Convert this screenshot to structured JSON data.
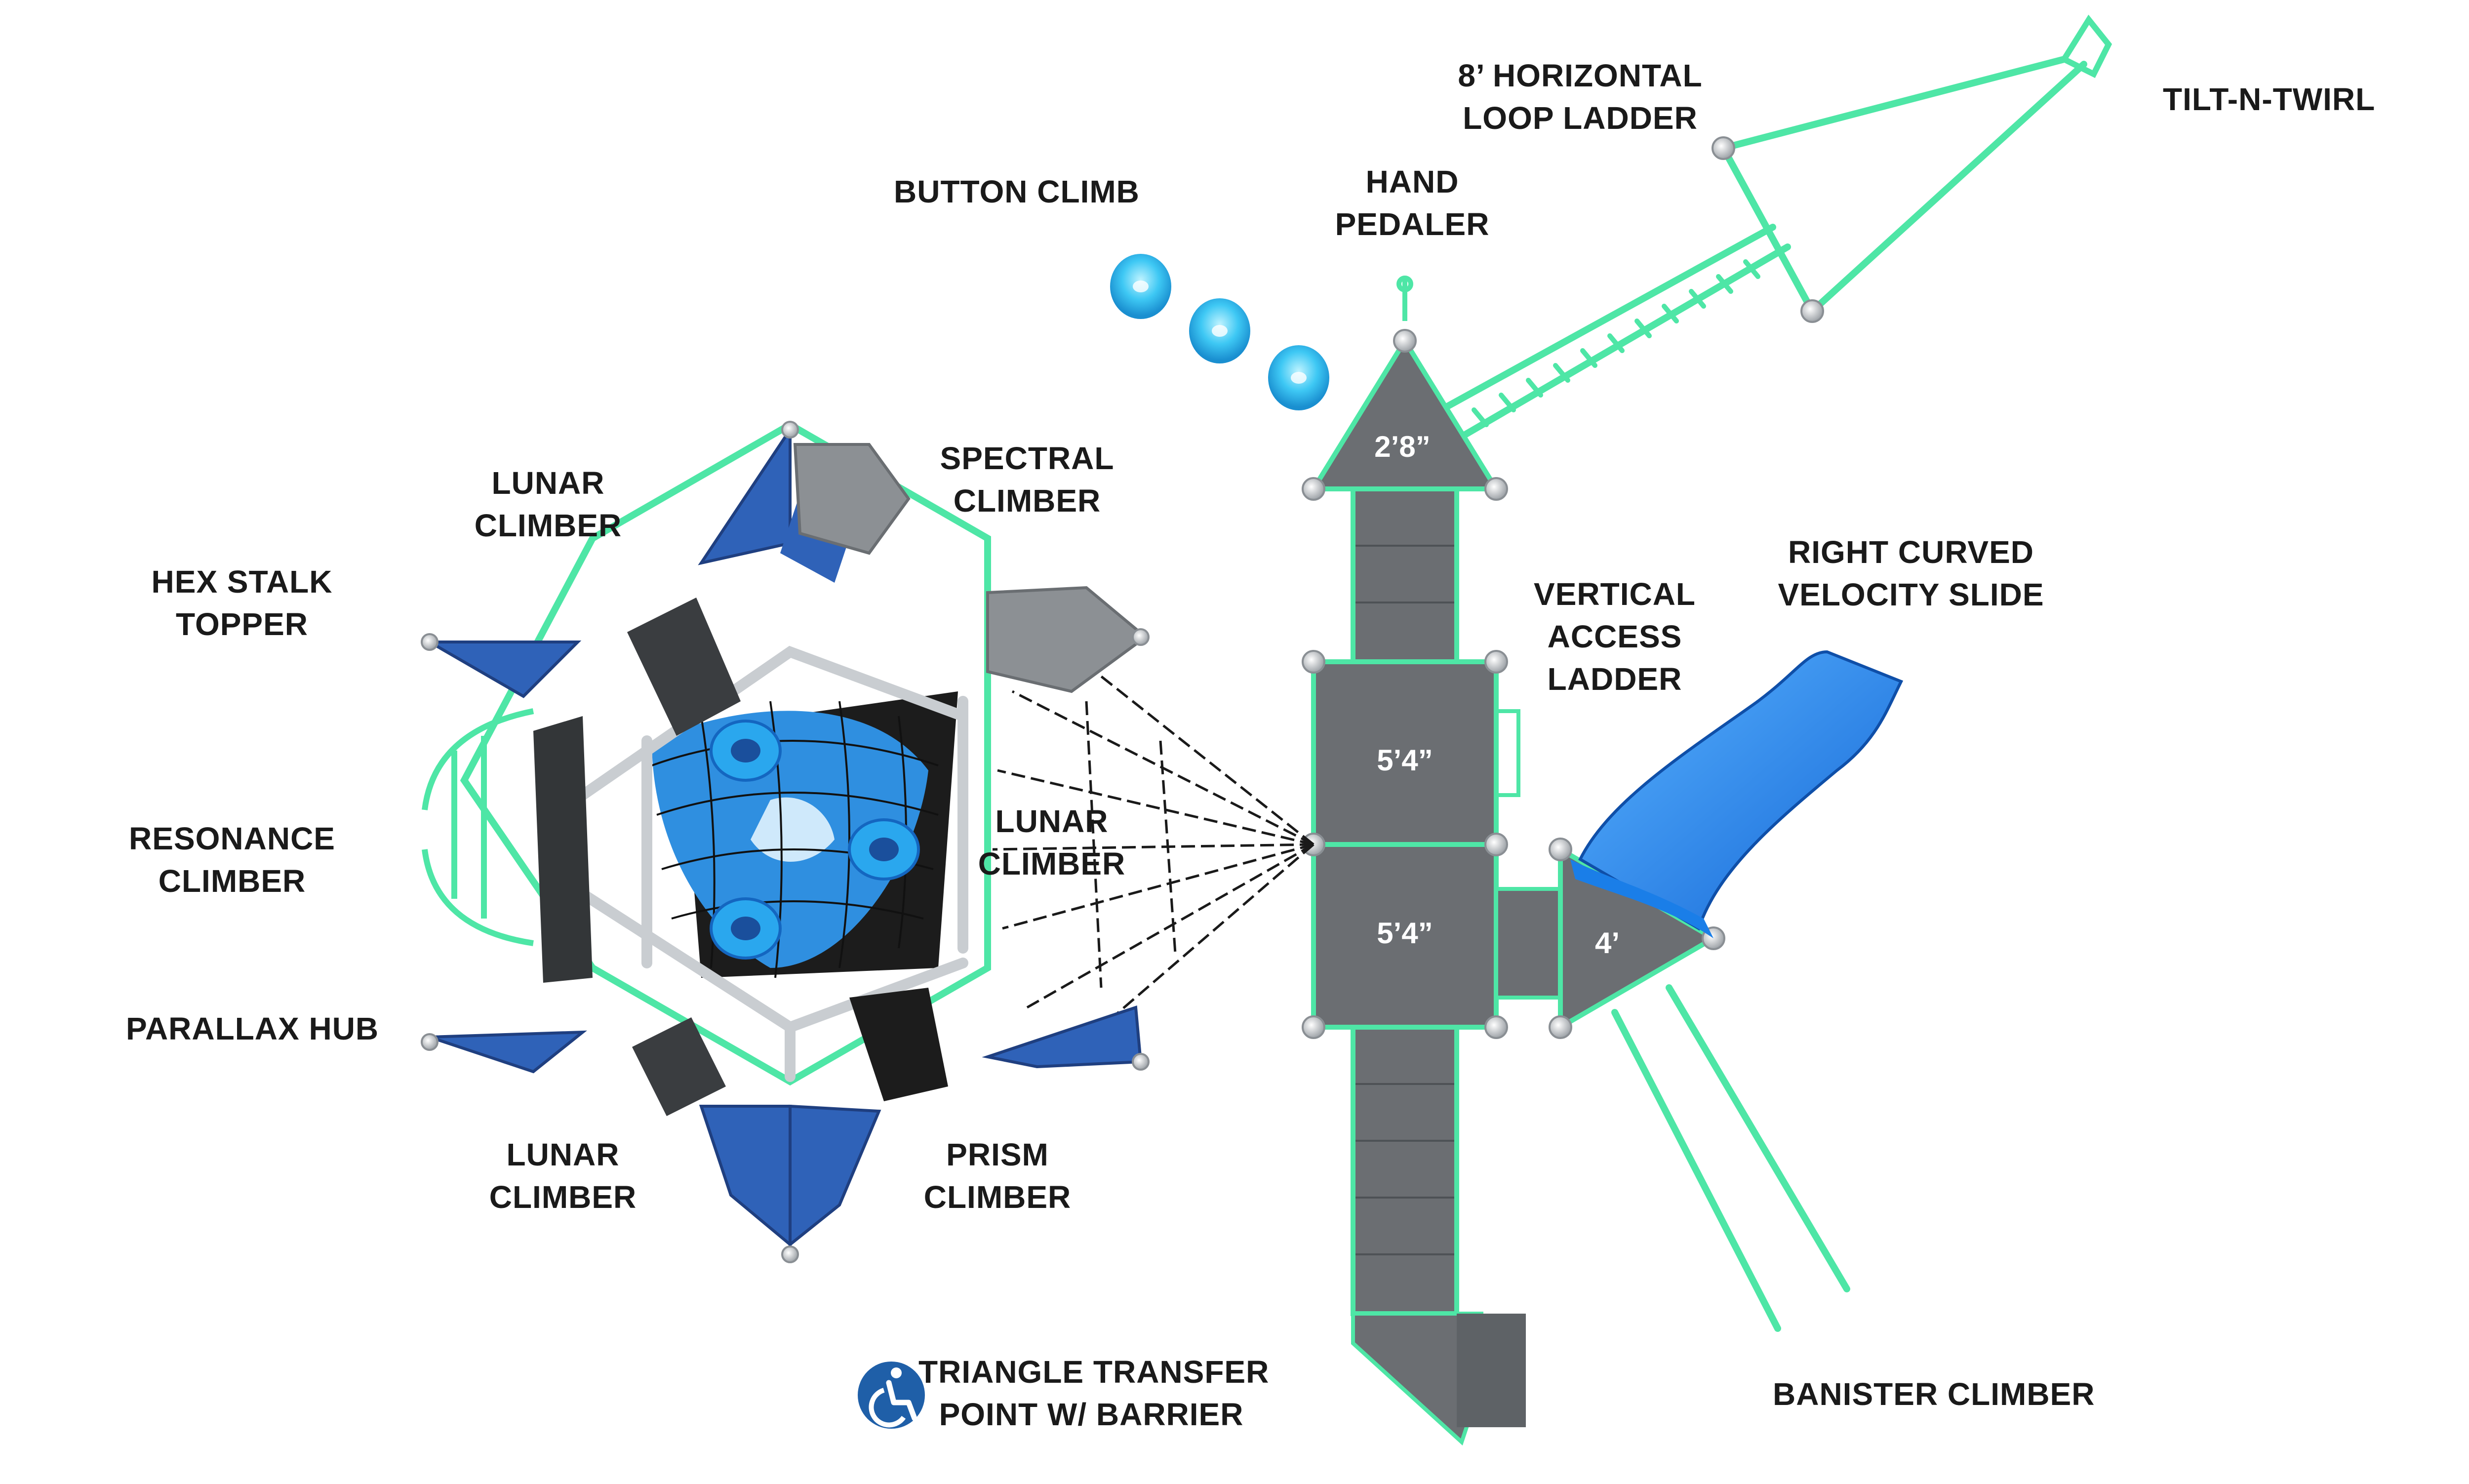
{
  "labels": {
    "tilt_n_twirl": "TILT-N-TWIRL",
    "horizontal_loop_ladder": "8’ HORIZONTAL\nLOOP LADDER",
    "button_climb": "BUTTON CLIMB",
    "hand_pedaler": "HAND\nPEDALER",
    "lunar_climber_top": "LUNAR\nCLIMBER",
    "spectral_climber": "SPECTRAL\nCLIMBER",
    "hex_stalk_topper": "HEX STALK\nTOPPER",
    "resonance_climber": "RESONANCE\nCLIMBER",
    "parallax_hub": "PARALLAX HUB",
    "lunar_climber_right": "LUNAR\nCLIMBER",
    "lunar_climber_bottom": "LUNAR\nCLIMBER",
    "prism_climber": "PRISM\nCLIMBER",
    "vertical_access_ladder": "VERTICAL\nACCESS\nLADDER",
    "right_curved_velocity_slide": "RIGHT CURVED\nVELOCITY SLIDE",
    "banister_climber": "BANISTER CLIMBER",
    "triangle_transfer_point": "TRIANGLE TRANSFER\nPOINT W/ BARRIER"
  },
  "deck_heights": {
    "top_triangle": "2’8”",
    "upper_deck": "5’4”",
    "lower_deck": "5’4”",
    "slide_triangle": "4’"
  },
  "colors": {
    "frame_green": "#4ee6a6",
    "deck_gray": "#6b6e72",
    "deck_dark": "#555a5e",
    "climber_blue": "#2f62b8",
    "slide_blue": "#1e8ff0",
    "hub_blue": "#2f8fe0",
    "post_gray": "#c9cdd1",
    "accessibility_blue": "#1f5fa8"
  },
  "icons": {
    "accessibility": "wheelchair-accessibility-icon"
  }
}
